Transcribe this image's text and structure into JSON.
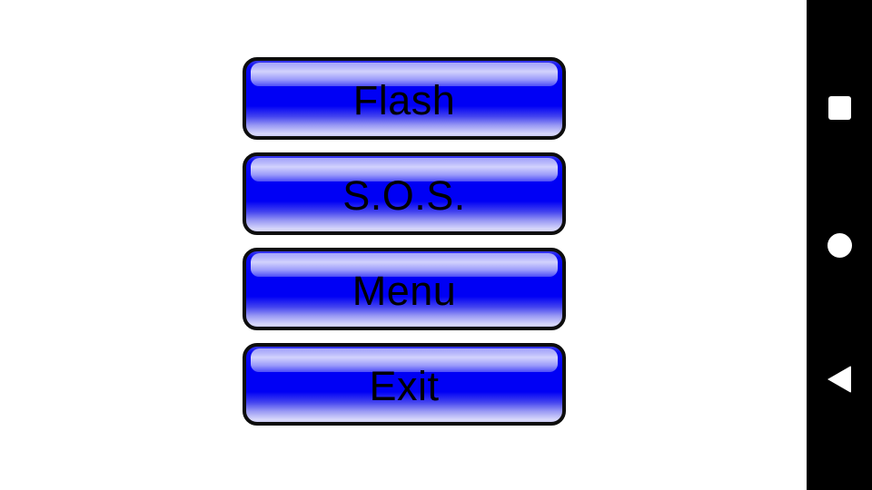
{
  "app": {
    "description": "Flashlight app main menu, Android landscape"
  },
  "buttons": [
    {
      "id": "flash",
      "label": "Flash"
    },
    {
      "id": "sos",
      "label": "S.O.S."
    },
    {
      "id": "menu",
      "label": "Menu"
    },
    {
      "id": "exit",
      "label": "Exit"
    }
  ],
  "nav_bar": {
    "icons": [
      {
        "name": "recents-square-icon"
      },
      {
        "name": "home-circle-icon"
      },
      {
        "name": "back-triangle-icon"
      }
    ]
  },
  "colors": {
    "page_bg": "#ffffff",
    "button_blue": "#0000f5",
    "button_border": "#0d0d0d",
    "button_highlight": "#ccccff",
    "button_text": "#000000",
    "nav_bg": "#000000",
    "nav_icon": "#ffffff"
  }
}
